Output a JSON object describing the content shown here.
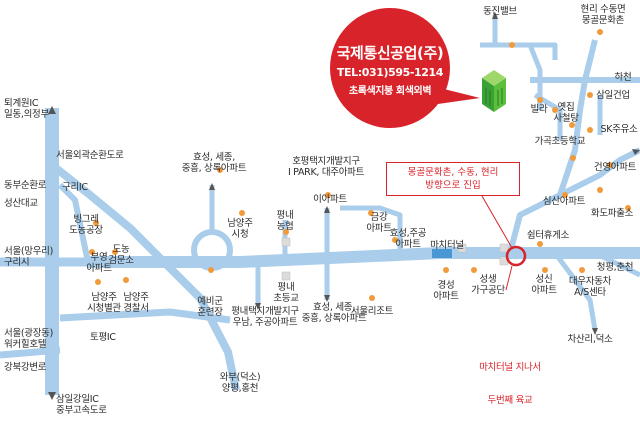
{
  "callout": {
    "company": "국제통신공업(주)",
    "tel": "TEL:031)595-1214",
    "desc": "초록색지붕 회색외벽"
  },
  "route_note": {
    "line1": "몽골문화촌, 수동, 현리",
    "line2": "방향으로 진입"
  },
  "tunnel_note": {
    "line1": "마치터널 지나서",
    "line2": "두번째 육교"
  },
  "places": {
    "dongjin_valve": "동진밸브",
    "hyeonri": "현리 수동면\n몽골문화촌",
    "hacheon": "하천",
    "samil_gungeon": "삼일건업",
    "yetjip_sachulbi": "옛집\n사철탕",
    "villa": "빌라",
    "garosu_school": "가곡초등학교",
    "sk_juyuso": "SK주유소",
    "geonyeong_apt": "건영아파트",
    "sinsan_apt": "심산아파트",
    "hwado_police": "화도파출소",
    "cheongpyeong": "청평,춘천",
    "shimteo_hyugeso": "쉼터휴게소",
    "seongsin_apt": "성신\n아파트",
    "daewoo_as": "대우자동차\nA/S센타",
    "chasan": "차산리,덕소",
    "seongsaeng": "성생\n가구공단",
    "gyeongseong_apt": "경성\n아파트",
    "machi_tunnel": "마치터널",
    "hyoseong_jugong": "효성,주공\n아파트",
    "geumgang_apt": "금강\n아파트",
    "seoul_resort": "서울리조트",
    "hopyeong_district": "호평택지개발지구\nI PARK, 대주아파트",
    "i_apt": "이아파트",
    "hyoseong_sedong_bottom": "효성, 세종,\n중흥, 상록아파트",
    "hyoseong_sedong_top": "효성, 세종,\n중흥, 상록아파트",
    "pyeongnae_nonghyeop": "평내\n농협",
    "pyeongnae_school": "평내\n초등교",
    "pyeongnae_district": "평내택지개발지구\n우남, 주공아파트",
    "namyangju_cityhall": "남양주\n시청",
    "yebigun": "예비군\n훈련장",
    "wabu": "와부(덕소)\n양평,홍천",
    "bingeurae": "빙그레\n도농공장",
    "buyang_apt": "부영\n아파트",
    "donong_school": "도농\n검문소",
    "namyangju_court": "남양주\n시청별관",
    "namyangju_police": "남양주\n경찰서",
    "toegyewon_ic": "퇴계원IC\n일동,의정부",
    "seoul_outer_ring": "서울외곽순환도로",
    "dongbu_ring": "동부순환로",
    "guri_ic": "구리IC",
    "seongsan_bridge": "성산대교",
    "seoul_mangu": "서울(망우리)\n구리시",
    "topyeong_ic": "토평IC",
    "seoul_gwangjang": "서울(광장동)\n워커힐호텔",
    "gangbyeon": "강북강변로",
    "samil_ic": "삼일강일IC\n중부고속도로"
  }
}
